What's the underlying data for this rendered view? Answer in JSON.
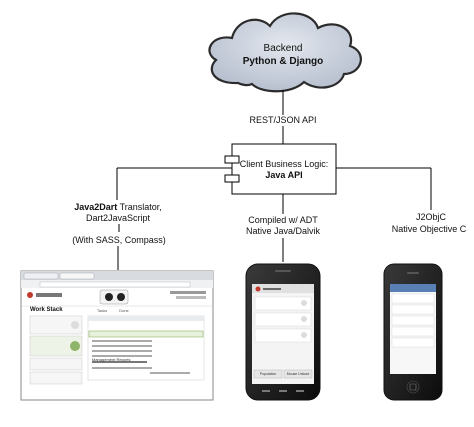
{
  "cloud": {
    "line1": "Backend",
    "line2": "Python & Django"
  },
  "edge_top": "REST/JSON API",
  "core": {
    "line1": "Client Business Logic:",
    "line2": "Java API"
  },
  "left_branch": {
    "line1_bold": "Java2Dart",
    "line1_rest": " Translator,",
    "line2": "Dart2JavaScript",
    "line3": "(With SASS, Compass)"
  },
  "mid_branch": {
    "line1": "Compiled w/ ADT",
    "line2": "Native Java/Dalvik"
  },
  "right_branch": {
    "line1": "J2ObjC",
    "line2": "Native Objective C"
  },
  "web_app": {
    "header": "Work Stack",
    "tab_1": "Tasks",
    "tab_2": "Done",
    "section": "Management Reports"
  },
  "android_app": {
    "button_1": "Population",
    "button_2": "Mouse Unload"
  },
  "colors": {
    "cloud_fill": "#c9d0dd",
    "cloud_stroke": "#2b2b2b",
    "line": "#000000",
    "accent": "#5b8f2d"
  }
}
